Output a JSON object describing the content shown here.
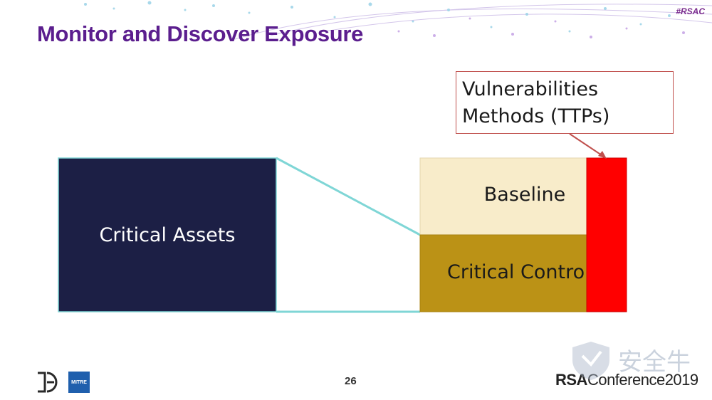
{
  "header": {
    "hashtag": "#RSAC",
    "title": "Monitor and Discover Exposure"
  },
  "diagram": {
    "critical_assets": "Critical Assets",
    "baseline": "Baseline",
    "critical_controls": "Critical Contro",
    "callout": {
      "line1": "Vulnerabilities",
      "line2": "Methods (TTPs)"
    }
  },
  "footer": {
    "page_number": "26",
    "mitre_logo_text": "MITRE",
    "conference_brand_bold": "RSA",
    "conference_brand_rest": "Conference2019",
    "watermark_text": "安全牛"
  },
  "colors": {
    "title": "#5b1e8e",
    "critical_assets_fill": "#1c1f45",
    "baseline_fill": "#f8ecca",
    "critical_controls_fill": "#bb9216",
    "vuln_bar_fill": "#ff0000",
    "connector": "#7fd6d6",
    "callout_border": "#c0504d"
  }
}
